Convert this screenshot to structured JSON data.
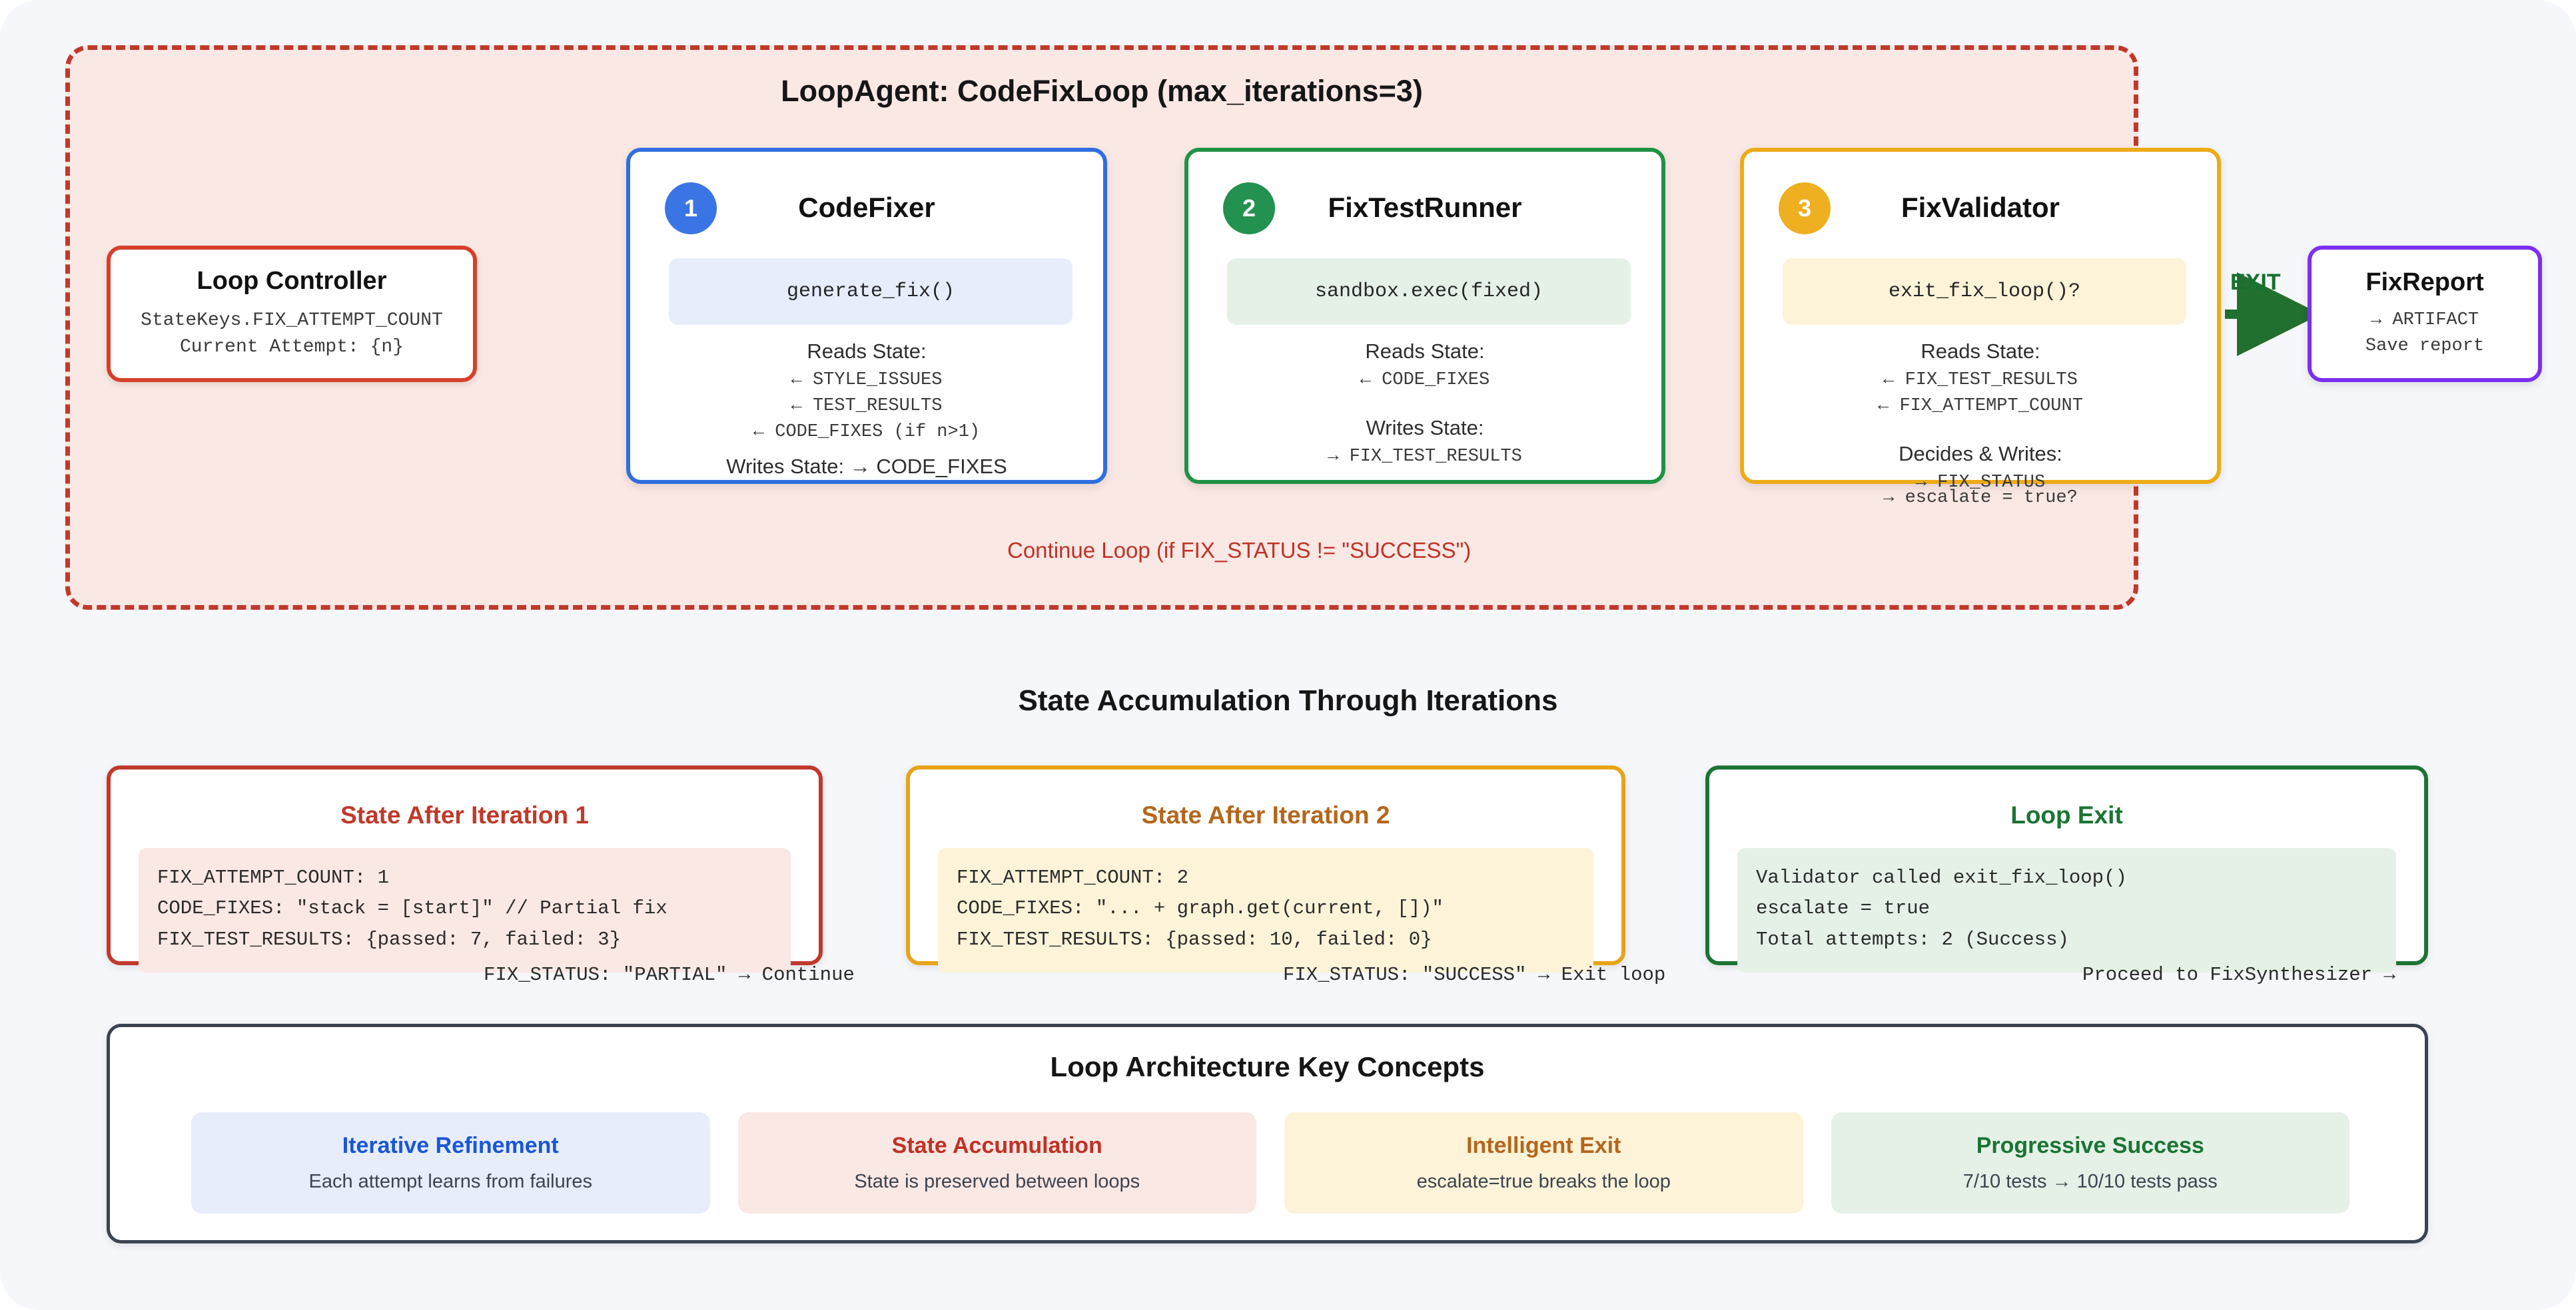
{
  "loop": {
    "title": "LoopAgent: CodeFixLoop (max_iterations=3)",
    "controller": {
      "title": "Loop Controller",
      "line1": "StateKeys.FIX_ATTEMPT_COUNT",
      "line2": "Current Attempt: {n}"
    },
    "nodes": [
      {
        "badge": "1",
        "title": "CodeFixer",
        "code": "generate_fix()",
        "reads_label": "Reads State:",
        "reads": [
          "← STYLE_ISSUES",
          "← TEST_RESULTS",
          "← CODE_FIXES (if n>1)"
        ],
        "writes_inline": "Writes State: → CODE_FIXES"
      },
      {
        "badge": "2",
        "title": "FixTestRunner",
        "code": "sandbox.exec(fixed)",
        "reads_label": "Reads State:",
        "reads": [
          "← CODE_FIXES"
        ],
        "writes_label": "Writes State:",
        "writes": [
          "→ FIX_TEST_RESULTS"
        ]
      },
      {
        "badge": "3",
        "title": "FixValidator",
        "code": "exit_fix_loop()?",
        "reads_label": "Reads State:",
        "reads": [
          "← FIX_TEST_RESULTS",
          "← FIX_ATTEMPT_COUNT"
        ],
        "writes_label": "Decides & Writes:",
        "writes": [
          "→ FIX_STATUS"
        ],
        "overflow": "→ escalate = true?"
      }
    ],
    "exit_label": "EXIT",
    "continue_label": "Continue Loop (if FIX_STATUS != \"SUCCESS\")",
    "report": {
      "title": "FixReport",
      "line1": "→ ARTIFACT",
      "line2": "Save report"
    }
  },
  "state_section": {
    "title": "State Accumulation Through Iterations",
    "cards": [
      {
        "title": "State After Iteration 1",
        "lines": [
          "FIX_ATTEMPT_COUNT: 1",
          "CODE_FIXES: \"stack = [start]\" // Partial fix",
          "FIX_TEST_RESULTS: {passed: 7, failed: 3}"
        ],
        "footer": "FIX_STATUS: \"PARTIAL\" → Continue"
      },
      {
        "title": "State After Iteration 2",
        "lines": [
          "FIX_ATTEMPT_COUNT: 2",
          "CODE_FIXES: \"... + graph.get(current, [])\"",
          "FIX_TEST_RESULTS: {passed: 10, failed: 0}"
        ],
        "footer": "FIX_STATUS: \"SUCCESS\" → Exit loop"
      },
      {
        "title": "Loop Exit",
        "lines": [
          "Validator called exit_fix_loop()",
          "escalate = true",
          "Total attempts: 2 (Success)"
        ],
        "footer": "Proceed to FixSynthesizer →"
      }
    ]
  },
  "concepts_section": {
    "title": "Loop Architecture Key Concepts",
    "items": [
      {
        "title": "Iterative Refinement",
        "sub": "Each attempt learns from failures"
      },
      {
        "title": "State Accumulation",
        "sub": "State is preserved between loops"
      },
      {
        "title": "Intelligent Exit",
        "sub": "escalate=true breaks the loop"
      },
      {
        "title": "Progressive Success",
        "sub": "7/10 tests → 10/10 tests pass"
      }
    ]
  },
  "colors": {
    "loop_border": "#c0392b",
    "loop_fill": "#fae8e4",
    "node1": "#2f6ede",
    "node2": "#1f9245",
    "node3": "#edab18",
    "report": "#7b2ff0",
    "exit": "#17702f",
    "page_bg": "#f5f7fa"
  }
}
